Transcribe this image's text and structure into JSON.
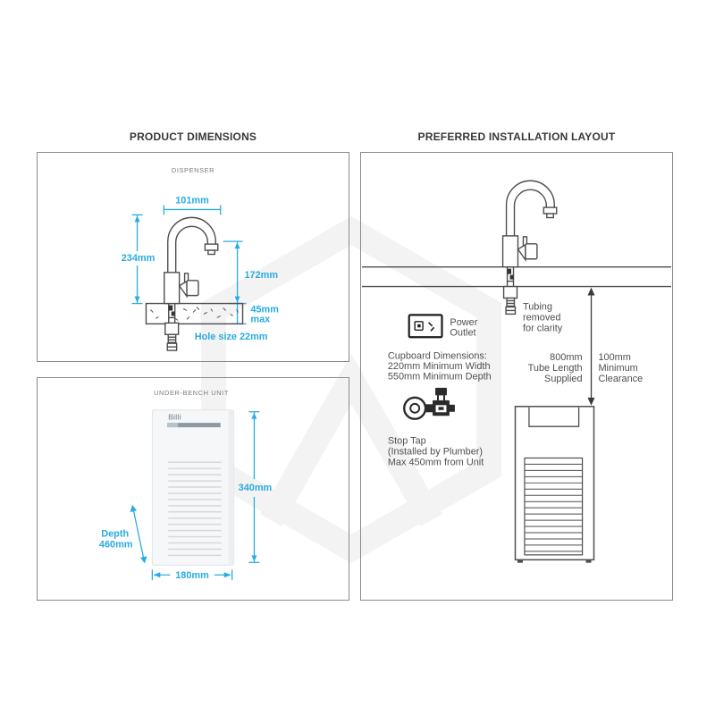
{
  "headings": {
    "left": "PRODUCT DIMENSIONS",
    "right": "PREFERRED INSTALLATION LAYOUT"
  },
  "colors": {
    "accent_cyan": "#29abe2",
    "line_dark": "#4d4d4d",
    "panel_border": "#8a8a8a",
    "watermark_gray": "#f2f2f2"
  },
  "dispenser": {
    "title": "DISPENSER",
    "spout_width": "101mm",
    "overall_height": "234mm",
    "outlet_height": "172mm",
    "bench_thickness": "45mm",
    "bench_thickness_qualifier": "max",
    "hole_size": "Hole size 22mm"
  },
  "underbench": {
    "title": "UNDER-BENCH UNIT",
    "brand": "Billi",
    "height": "340mm",
    "depth_label": "Depth",
    "depth_value": "460mm",
    "width": "180mm"
  },
  "installation": {
    "power_outlet_line1": "Power",
    "power_outlet_line2": "Outlet",
    "cupboard_line1": "Cupboard Dimensions:",
    "cupboard_line2": "220mm Minimum Width",
    "cupboard_line3": "550mm Minimum Depth",
    "stoptap_line1": "Stop Tap",
    "stoptap_line2": "(Installed by Plumber)",
    "stoptap_line3": "Max 450mm from Unit",
    "tubing_line1": "Tubing",
    "tubing_line2": "removed",
    "tubing_line3": "for clarity",
    "tube_line1": "800mm",
    "tube_line2": "Tube Length",
    "tube_line3": "Supplied",
    "clearance_line1": "100mm",
    "clearance_line2": "Minimum",
    "clearance_line3": "Clearance"
  }
}
